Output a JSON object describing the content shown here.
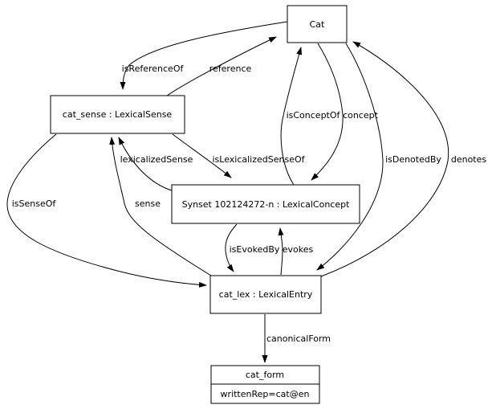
{
  "diagram": {
    "type": "directed-graph",
    "background_color": "#ffffff",
    "stroke_color": "#000000",
    "text_color": "#000000",
    "nodes": {
      "cat": {
        "label": "Cat"
      },
      "cat_sense": {
        "label": "cat_sense : LexicalSense"
      },
      "synset": {
        "label": "Synset 102124272-n : LexicalConcept"
      },
      "cat_lex": {
        "label": "cat_lex : LexicalEntry"
      },
      "cat_form": {
        "label": "cat_form",
        "attribute": "writtenRep=cat@en"
      }
    },
    "edges": {
      "isReferenceOf": {
        "label": "isReferenceOf",
        "from": "cat",
        "to": "cat_sense"
      },
      "reference": {
        "label": "reference",
        "from": "cat_sense",
        "to": "cat"
      },
      "isConceptOf": {
        "label": "isConceptOf",
        "from": "synset",
        "to": "cat"
      },
      "concept": {
        "label": "concept",
        "from": "cat",
        "to": "synset"
      },
      "isDenotedBy": {
        "label": "isDenotedBy",
        "from": "cat",
        "to": "cat_lex"
      },
      "denotes": {
        "label": "denotes",
        "from": "cat_lex",
        "to": "cat"
      },
      "lexicalizedSense": {
        "label": "lexicalizedSense",
        "from": "synset",
        "to": "cat_sense"
      },
      "isLexicalizedSenseOf": {
        "label": "isLexicalizedSenseOf",
        "from": "cat_sense",
        "to": "synset"
      },
      "isSenseOf": {
        "label": "isSenseOf",
        "from": "cat_sense",
        "to": "cat_lex"
      },
      "sense": {
        "label": "sense",
        "from": "cat_lex",
        "to": "cat_sense"
      },
      "isEvokedBy": {
        "label": "isEvokedBy",
        "from": "synset",
        "to": "cat_lex"
      },
      "evokes": {
        "label": "evokes",
        "from": "cat_lex",
        "to": "synset"
      },
      "canonicalForm": {
        "label": "canonicalForm",
        "from": "cat_lex",
        "to": "cat_form"
      }
    }
  }
}
